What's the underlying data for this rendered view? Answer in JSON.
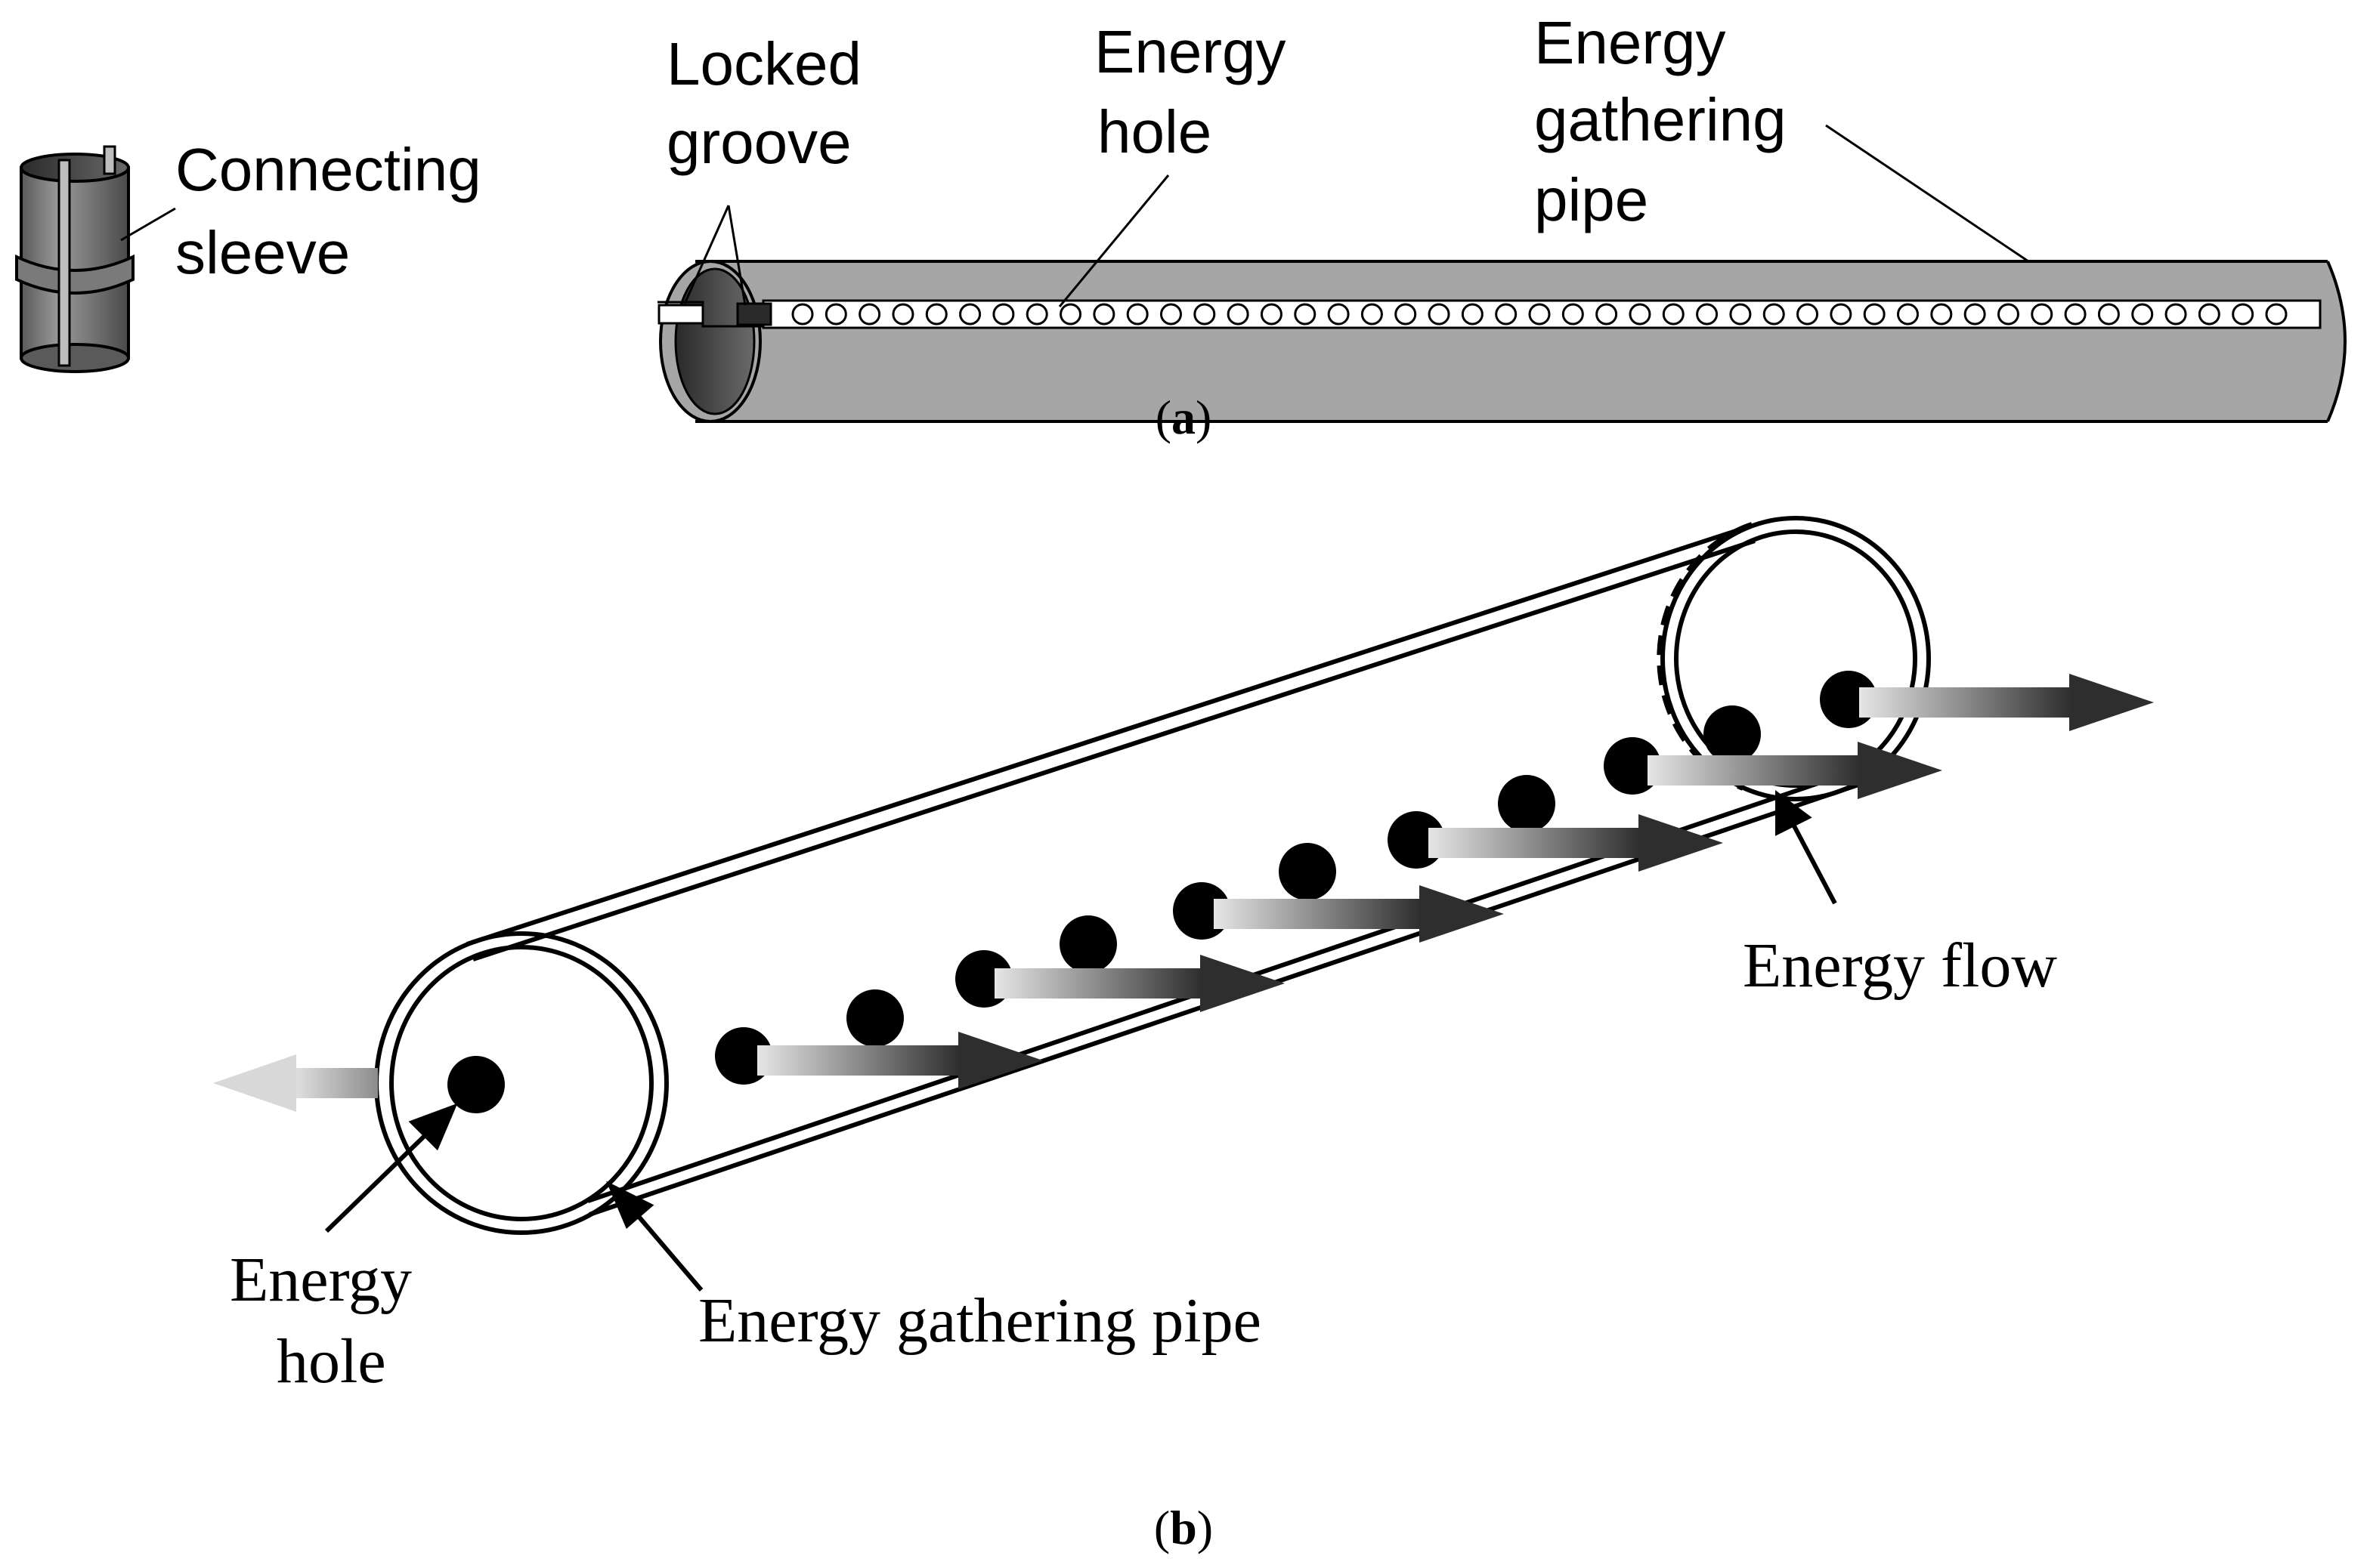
{
  "figure": {
    "panel_a": {
      "caption_open": "(",
      "caption_letter": "a",
      "caption_close": ")",
      "labels": {
        "connecting_sleeve": [
          "Connecting",
          "sleeve"
        ],
        "locked_groove": [
          "Locked",
          "groove"
        ],
        "energy_hole": [
          "Energy",
          "hole"
        ],
        "energy_gathering_pipe": [
          "Energy",
          "gathering",
          "pipe"
        ]
      },
      "hole_count": 45
    },
    "panel_b": {
      "caption_open": "(",
      "caption_letter": "b",
      "caption_close": ")",
      "labels": {
        "energy_hole": [
          "Energy",
          "hole"
        ],
        "energy_gathering_pipe": "Energy gathering pipe",
        "energy_flow": "Energy flow"
      }
    },
    "colors": {
      "pipe_gray": "#a6a6a6",
      "pipe_dark": "#3a3a3a",
      "ink": "#000000",
      "arrow_light": "#e0e0e0",
      "arrow_dark": "#303030"
    }
  }
}
